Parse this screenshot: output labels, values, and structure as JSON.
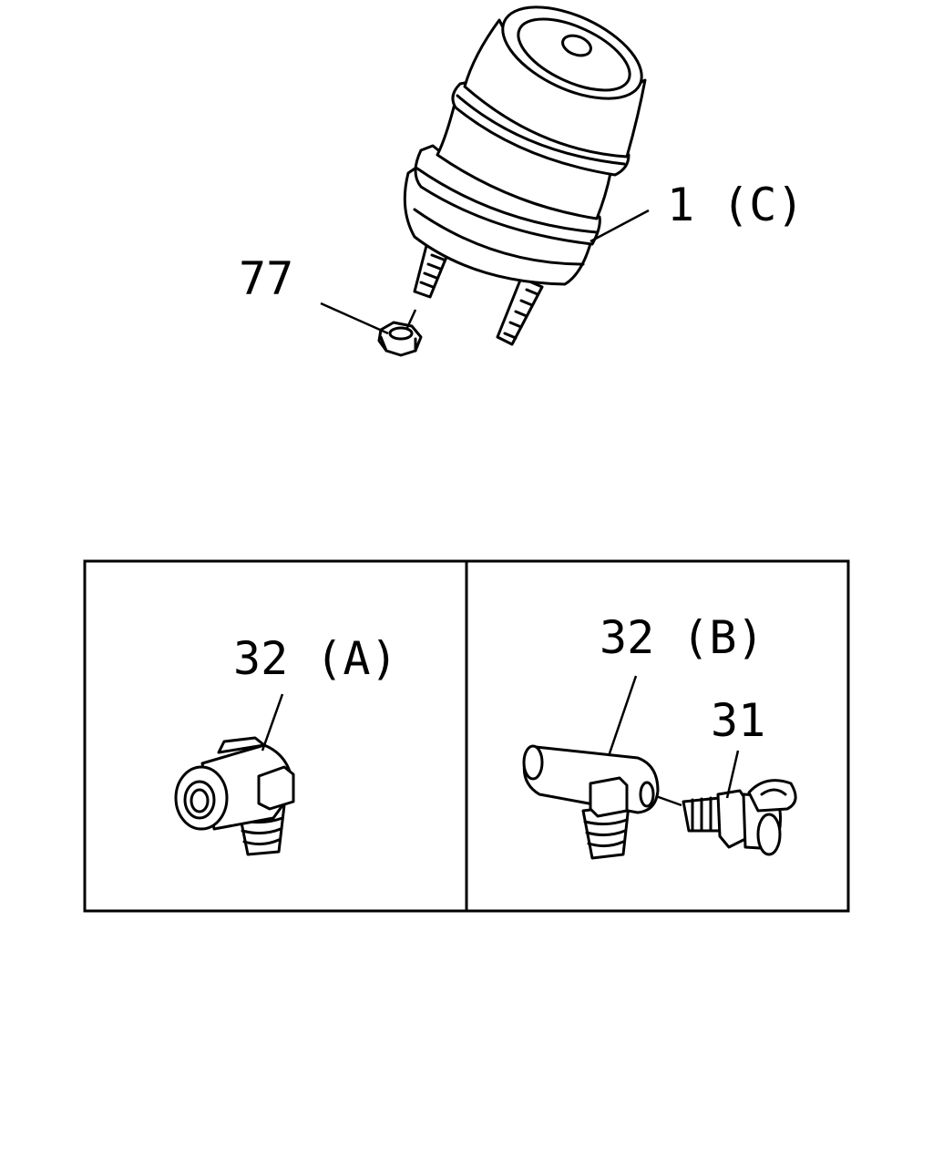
{
  "callouts": {
    "mount": "1 (C)",
    "nut": "77",
    "valve_a": "32 (A)",
    "valve_b": "32 (B)",
    "fitting": "31"
  }
}
